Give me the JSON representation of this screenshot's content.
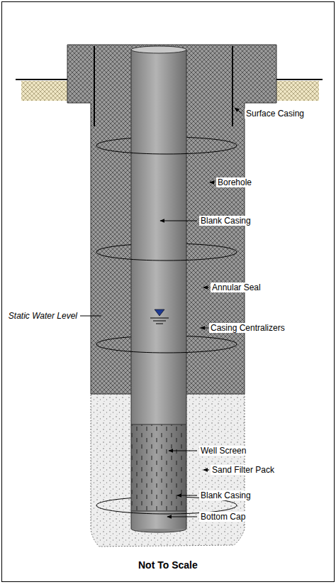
{
  "diagram": {
    "caption": "Not To Scale",
    "labels": [
      "Surface Casing",
      "Borehole",
      "Blank Casing",
      "Annular Seal",
      "Static Water Level",
      "Casing Centralizers",
      "Well Screen",
      "Sand Filter Pack",
      "Blank Casing",
      "Bottom Cap"
    ]
  }
}
